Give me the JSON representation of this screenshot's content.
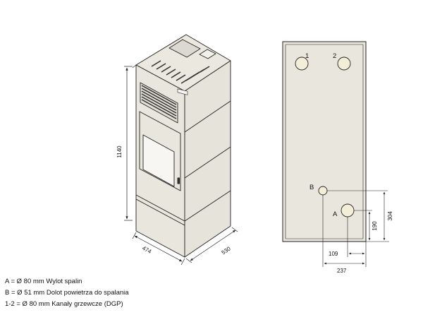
{
  "dimensions": {
    "height": "1140",
    "width": "474",
    "depth": "530",
    "d304": "304",
    "d190": "190",
    "d109": "109",
    "d237": "237"
  },
  "labels": {
    "A": "A",
    "B": "B",
    "n1": "1",
    "n2": "2"
  },
  "legend": [
    "A = Ø 80 mm Wylot spalin",
    "B = Ø 51 mm Dolot powietrza do spalania",
    "1-2 = Ø 80 mm Kanały grzewcze (DGP)"
  ],
  "colors": {
    "panel": "#e9e6dd",
    "line": "#222222",
    "hole": "#f2eed8"
  }
}
